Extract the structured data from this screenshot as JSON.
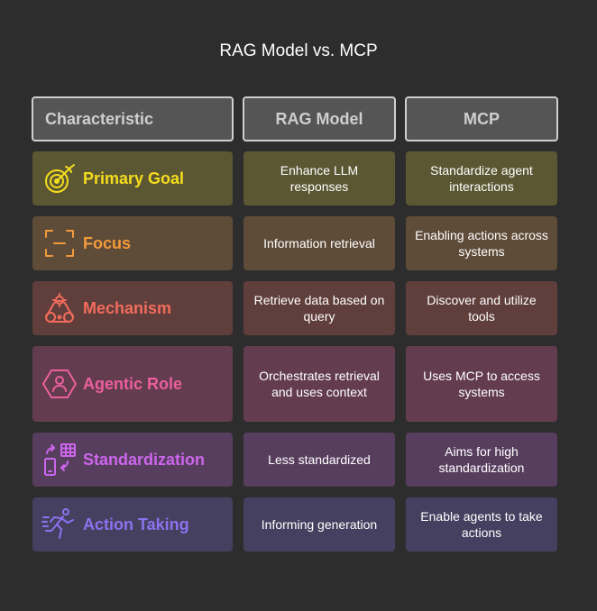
{
  "title": "RAG Model vs. MCP",
  "headers": {
    "characteristic": "Characteristic",
    "rag": "RAG Model",
    "mcp": "MCP"
  },
  "rows": [
    {
      "label": "Primary Goal",
      "icon": "target-icon",
      "color": "#f5dd1d",
      "bg": "#5c5733",
      "rag": "Enhance LLM responses",
      "mcp": "Standardize agent interactions"
    },
    {
      "label": "Focus",
      "icon": "focus-frame-icon",
      "color": "#f39a3a",
      "bg": "#5e4b38",
      "rag": "Information retrieval",
      "mcp": "Enabling actions across systems"
    },
    {
      "label": "Mechanism",
      "icon": "gear-pulley-icon",
      "color": "#f26c5c",
      "bg": "#5f3e3b",
      "rag": "Retrieve data based on query",
      "mcp": "Discover and utilize tools"
    },
    {
      "label": "Agentic Role",
      "icon": "hexagon-user-icon",
      "color": "#ec5f9e",
      "bg": "#633d4f",
      "rag": "Orchestrates retrieval and uses context",
      "mcp": "Uses MCP to access systems"
    },
    {
      "label": "Standardization",
      "icon": "device-sync-icon",
      "color": "#cc66ec",
      "bg": "#583e5e",
      "rag": "Less standardized",
      "mcp": "Aims for high standardization"
    },
    {
      "label": "Action Taking",
      "icon": "running-person-icon",
      "color": "#8c72f0",
      "bg": "#45405f",
      "rag": "Informing generation",
      "mcp": "Enable agents to take actions"
    }
  ]
}
